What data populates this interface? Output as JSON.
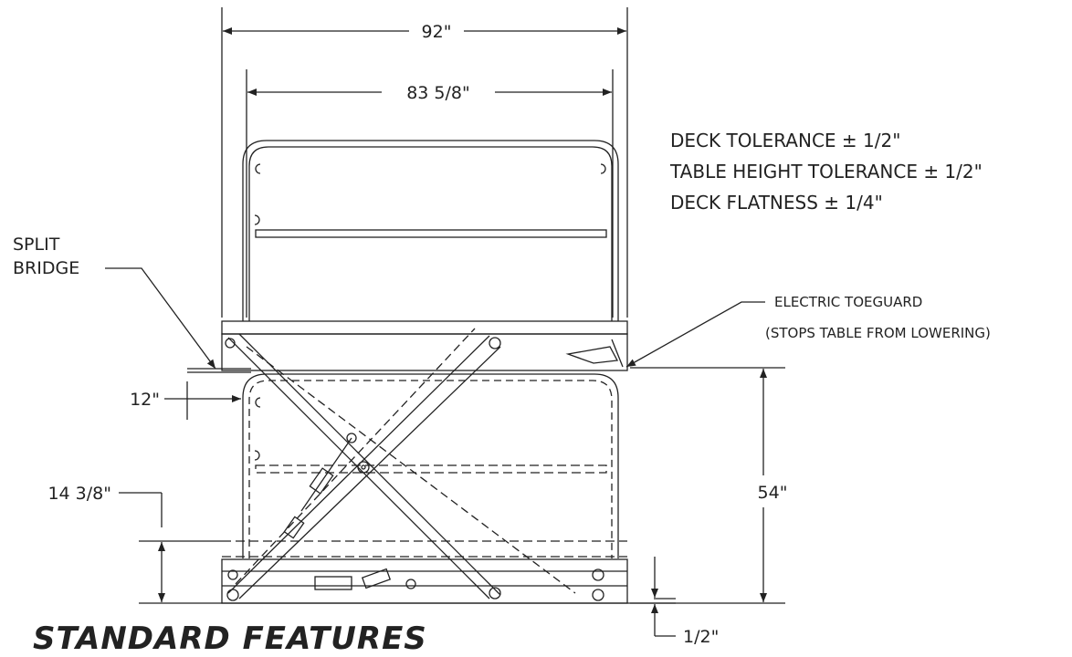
{
  "dimensions": {
    "overall_width": "92\"",
    "deck_width": "83 5/8\"",
    "bridge_gap": "12\"",
    "lowered_height": "14 3/8\"",
    "raised_height": "54\"",
    "base_offset": "1/2\""
  },
  "tolerances": [
    "DECK TOLERANCE ± 1/2\"",
    "TABLE HEIGHT TOLERANCE ± 1/2\"",
    "DECK FLATNESS ± 1/4\""
  ],
  "callouts": {
    "split_bridge": [
      "SPLIT",
      "BRIDGE"
    ],
    "electric_toeguard": [
      "ELECTRIC TOEGUARD",
      "(STOPS TABLE FROM LOWERING)"
    ]
  },
  "section_heading": "STANDARD FEATURES"
}
